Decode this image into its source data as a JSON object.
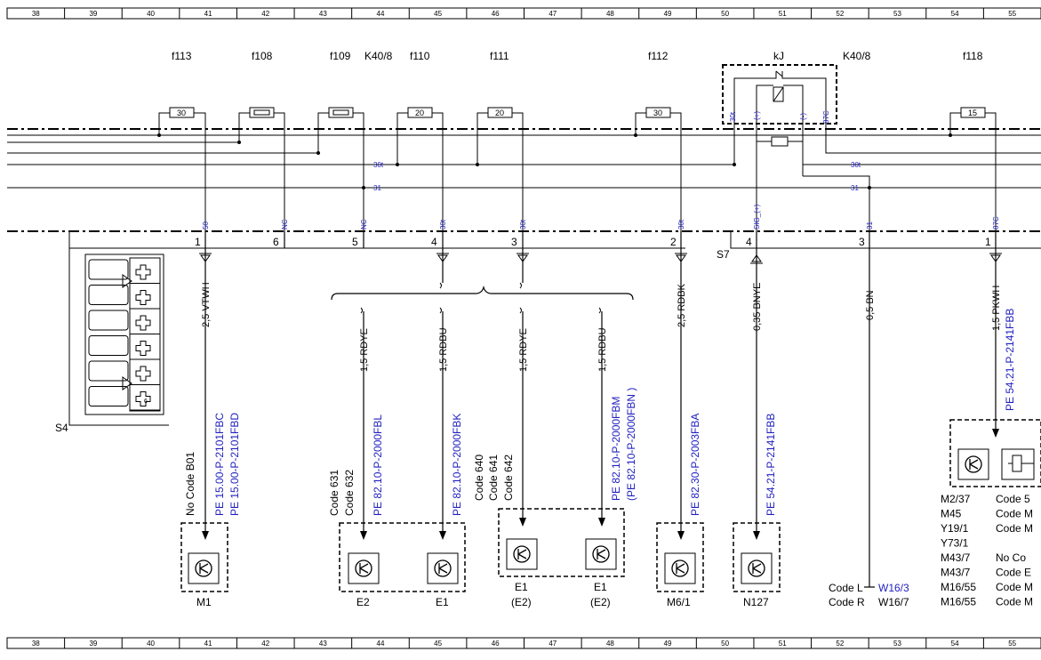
{
  "ruler": [
    "38",
    "39",
    "40",
    "41",
    "42",
    "43",
    "44",
    "45",
    "46",
    "47",
    "48",
    "49",
    "50",
    "51",
    "52",
    "53",
    "54",
    "55"
  ],
  "fuse_labels": [
    "f113",
    "f108",
    "f109",
    "K40/8",
    "f110",
    "f111",
    "f112",
    "kJ",
    "K40/8",
    "f118"
  ],
  "fuse_ratings": [
    "30",
    "20",
    "20",
    "30",
    "15"
  ],
  "bus_labels": {
    "b30t": "30t",
    "b31": "31",
    "b30t_r": "30t",
    "b31_r": "31"
  },
  "terminal_tags": [
    "50",
    "NC",
    "NC",
    "30t",
    "30t",
    "30t",
    "SIG_(+)",
    "31",
    "87C"
  ],
  "relay_pins": [
    "30t",
    "(+)",
    "(-)",
    "87C"
  ],
  "pin_numbers": [
    "1",
    "6",
    "5",
    "4",
    "3",
    "2",
    "4",
    "3",
    "1"
  ],
  "wires": [
    "2,5 VTWH",
    "1,5 RDYE",
    "1,5 RDBU",
    "1,5 RDYE",
    "1,5 RDBU",
    "2,5 RDBK",
    "0,35 BNYE",
    "0,5 BN",
    "1,5 PKWH"
  ],
  "connectors": {
    "s4": "S4",
    "s7": "S7",
    "s4_pin": "6"
  },
  "refs": {
    "m1_a": "PE 15.00-P-2101FBC",
    "m1_b": "PE 15.00-P-2101FBD",
    "m1_code": "No Code B01",
    "e_a": "PE 82.10-P-2000FBL",
    "e_b": "PE 82.10-P-2000FBK",
    "e_c": "PE 82.10-P-2000FBM",
    "e_d": "(PE 82.10-P-2000FBN )",
    "e_codes1": [
      "Code 631",
      "Code 632"
    ],
    "e_codes2": [
      "Code 640",
      "Code 641",
      "Code 642"
    ],
    "m61": "PE 82.30-P-2003FBA",
    "n127": "PE 54.21-P-2141FBB",
    "f118": "PE 54.21-P-2141FBB"
  },
  "components": {
    "m1": "M1",
    "e2": "E2",
    "e1": "E1",
    "e1b": "E1",
    "e2b": "(E2)",
    "e1c": "E1",
    "e2c": "(E2)",
    "m61": "M6/1",
    "n127": "N127"
  },
  "ground": {
    "l1a": "Code L",
    "l1b": "W16/3",
    "l2a": "Code R",
    "l2b": "W16/7"
  },
  "right_list": [
    [
      "M2/37",
      "Code 5"
    ],
    [
      "M45",
      "Code M"
    ],
    [
      "Y19/1",
      "Code M"
    ],
    [
      "Y73/1",
      ""
    ],
    [
      "M43/7",
      "No Co"
    ],
    [
      "M43/7",
      "Code E"
    ],
    [
      "M16/55",
      "Code M"
    ],
    [
      "M16/55",
      "Code M"
    ]
  ]
}
